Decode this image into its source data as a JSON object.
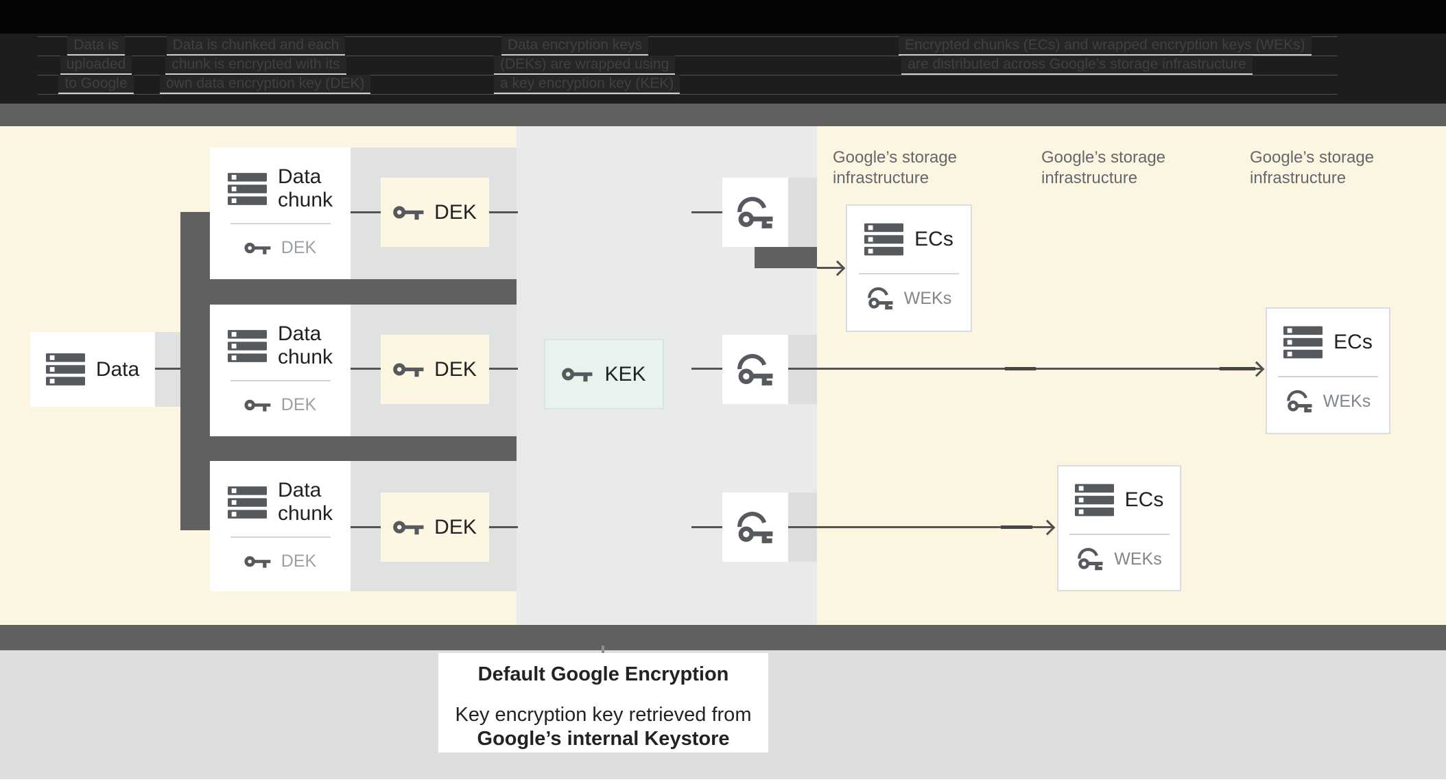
{
  "legend": {
    "items": [
      {
        "lines": [
          "Data is",
          "uploaded",
          "to Google"
        ]
      },
      {
        "lines": [
          "Data is chunked and each",
          "chunk is encrypted with its",
          "own data encryption key (DEK)"
        ]
      },
      {
        "lines": [
          "Data encryption keys",
          "(DEKs) are wrapped using",
          "a key encryption key (KEK)"
        ]
      },
      {
        "lines": [
          "Encrypted chunks (ECs) and wrapped encryption keys (WEKs)",
          "are distributed across Google’s storage infrastructure"
        ]
      }
    ]
  },
  "nodes": {
    "data": {
      "label": "Data"
    },
    "chunks": [
      {
        "line1": "Data",
        "line2": "chunk",
        "key_label": "DEK"
      },
      {
        "line1": "Data",
        "line2": "chunk",
        "key_label": "DEK"
      },
      {
        "line1": "Data",
        "line2": "chunk",
        "key_label": "DEK"
      }
    ],
    "dek_labels": [
      "DEK",
      "DEK",
      "DEK"
    ],
    "kek": {
      "label": "KEK"
    },
    "ecs": [
      {
        "title": "ECs",
        "key_label": "WEKs"
      },
      {
        "title": "ECs",
        "key_label": "WEKs"
      },
      {
        "title": "ECs",
        "key_label": "WEKs"
      }
    ]
  },
  "storage_labels": [
    {
      "line1": "Google’s storage",
      "line2": "infrastructure"
    },
    {
      "line1": "Google’s storage",
      "line2": "infrastructure"
    },
    {
      "line1": "Google’s storage",
      "line2": "infrastructure"
    }
  ],
  "caption": {
    "title": "Default Google Encryption",
    "line1": "Key encryption key retrieved from",
    "line2": "Google’s internal Keystore"
  },
  "colors": {
    "cream_background": "#FCF5E2",
    "mid_column": "#E8EBEA",
    "kek_green": "#E7F3EC",
    "bar_gray": "#606060",
    "icon_gray": "#565A5E",
    "footer_gray": "#DEDEDE"
  }
}
